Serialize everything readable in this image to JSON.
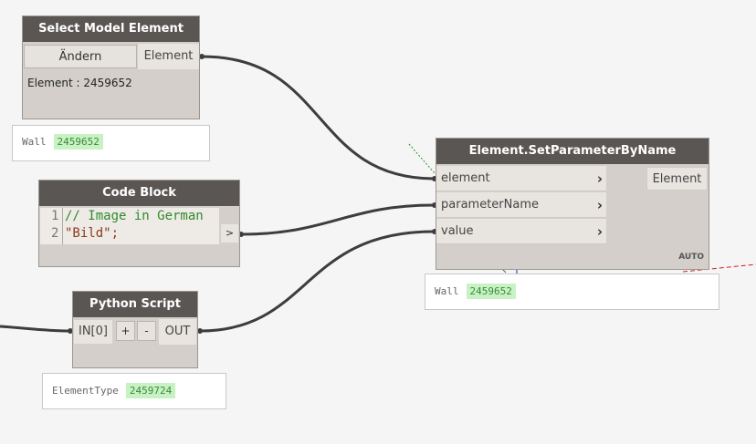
{
  "nodes": {
    "select_model": {
      "title": "Select Model Element",
      "button": "Ändern",
      "output": "Element",
      "status": "Element : 2459652",
      "preview_type": "Wall",
      "preview_value": "2459652"
    },
    "code_block": {
      "title": "Code Block",
      "line_numbers": [
        "1",
        "2"
      ],
      "line1": "// Image in German",
      "line2": "\"Bild\";",
      "output": ">"
    },
    "python": {
      "title": "Python Script",
      "input": "IN[0]",
      "add": "+",
      "remove": "-",
      "output": "OUT",
      "preview_type": "ElementType",
      "preview_value": "2459724"
    },
    "set_param": {
      "title": "Element.SetParameterByName",
      "inputs": [
        "element",
        "parameterName",
        "value"
      ],
      "output": "Element",
      "lacing": "AUTO",
      "preview_type": "Wall",
      "preview_value": "2459652"
    }
  },
  "colors": {
    "header": "#5a5654",
    "node_body": "#d4cfca",
    "wire": "#3d3d3d",
    "preview_tag_bg": "#c9f2c4",
    "comment": "#2e8b2e",
    "string": "#8b3a1a"
  }
}
